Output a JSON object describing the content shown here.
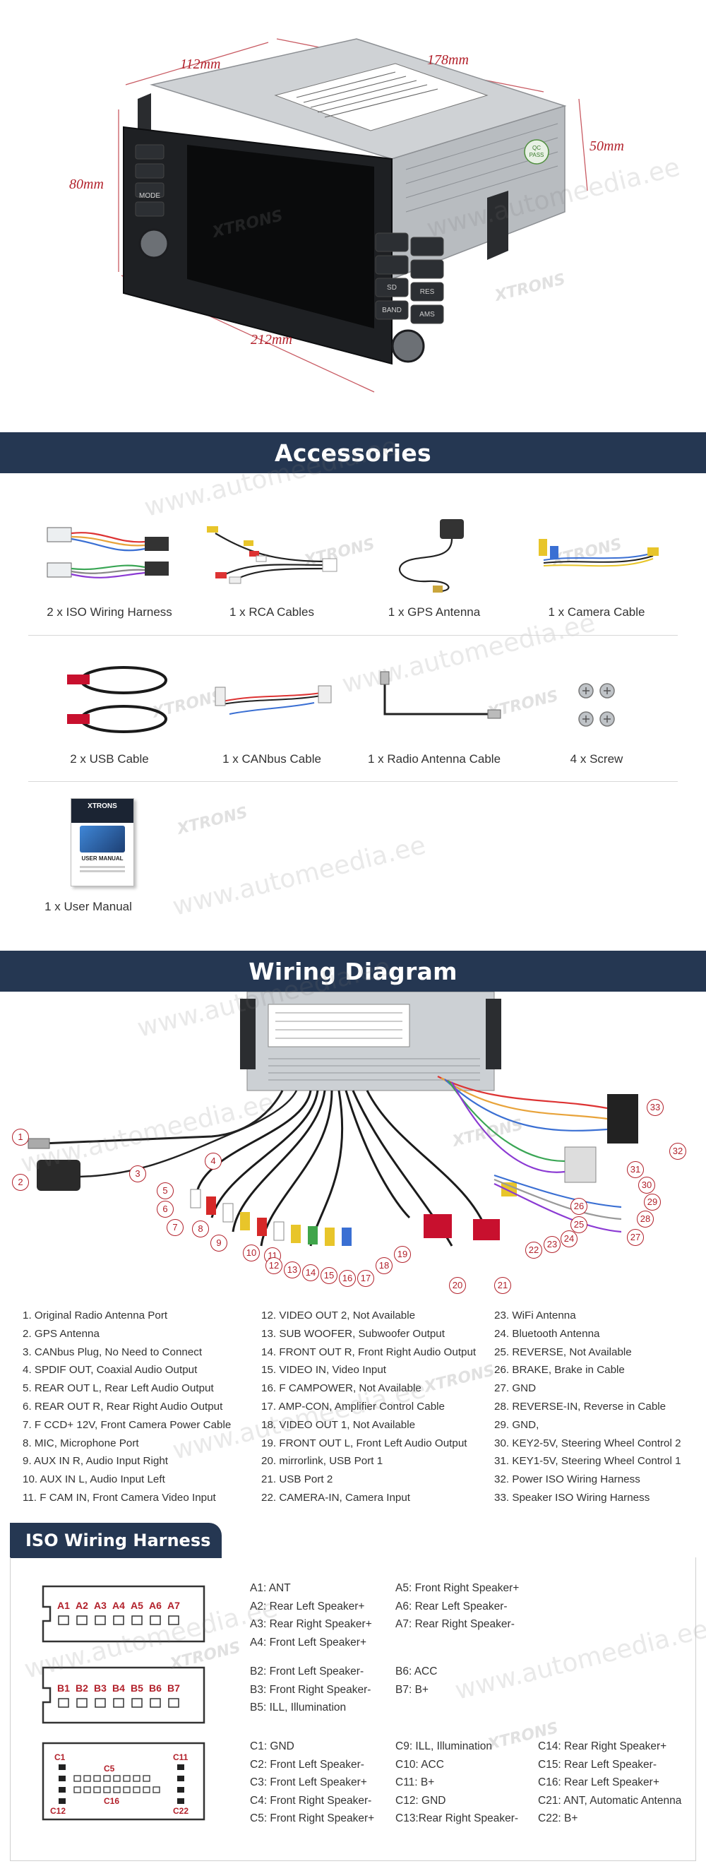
{
  "product": {
    "dimensions": {
      "depth": "112mm",
      "width_top": "178mm",
      "height_right": "50mm",
      "height_left": "80mm",
      "width_bottom": "212mm"
    },
    "brand": "XTRONS",
    "buttons": [
      "MODE",
      "SD",
      "RES",
      "BAND",
      "AMS"
    ],
    "badge": "QC PASS"
  },
  "watermark": {
    "site": "www.automeedia.ee",
    "brand": "XTRONS"
  },
  "accessories": {
    "title": "Accessories",
    "items": [
      {
        "label": "2 x ISO Wiring Harness",
        "icon": "iso-harness-icon"
      },
      {
        "label": "1 x RCA Cables",
        "icon": "rca-cables-icon"
      },
      {
        "label": "1 x GPS Antenna",
        "icon": "gps-antenna-icon"
      },
      {
        "label": "1 x Camera Cable",
        "icon": "camera-cable-icon"
      },
      {
        "label": "2 x USB Cable",
        "icon": "usb-cable-icon"
      },
      {
        "label": "1 x CANbus Cable",
        "icon": "canbus-cable-icon"
      },
      {
        "label": "1 x Radio Antenna Cable",
        "icon": "radio-antenna-cable-icon"
      },
      {
        "label": "4 x Screw",
        "icon": "screw-icon"
      },
      {
        "label": "1 x User Manual",
        "icon": "user-manual-icon"
      }
    ],
    "manual_cover": {
      "brand": "XTRONS",
      "title": "USER MANUAL"
    }
  },
  "wiring": {
    "title": "Wiring Diagram",
    "legend": [
      "1. Original Radio Antenna Port",
      "2. GPS Antenna",
      "3. CANbus Plug, No Need to Connect",
      "4. SPDIF OUT, Coaxial Audio Output",
      "5. REAR OUT L, Rear Left Audio Output",
      "6. REAR OUT R, Rear Right Audio Output",
      "7. F CCD+ 12V, Front Camera Power Cable",
      "8. MIC, Microphone Port",
      "9. AUX IN R, Audio Input Right",
      "10. AUX IN L, Audio Input Left",
      "11. F CAM IN, Front Camera Video Input",
      "12. VIDEO OUT 2, Not Available",
      "13. SUB WOOFER, Subwoofer Output",
      "14. FRONT OUT R, Front Right Audio Output",
      "15. VIDEO IN, Video Input",
      "16. F CAMPOWER, Not Available",
      "17. AMP-CON, Amplifier Control Cable",
      "18. VIDEO OUT 1, Not Available",
      "19. FRONT OUT L, Front Left Audio Output",
      "20. mirrorlink, USB Port 1",
      "21. USB Port 2",
      "22. CAMERA-IN, Camera Input",
      "23. WiFi Antenna",
      "24. Bluetooth Antenna",
      "25. REVERSE, Not Available",
      "26. BRAKE, Brake in Cable",
      "27. GND",
      "28. REVERSE-IN, Reverse in Cable",
      "29. GND,",
      "30. KEY2-5V, Steering Wheel Control 2",
      "31. KEY1-5V, Steering Wheel Control 1",
      "32. Power ISO Wiring Harness",
      "33. Speaker ISO Wiring Harness"
    ]
  },
  "iso": {
    "title": "ISO Wiring Harness",
    "connector_a": [
      "A1",
      "A2",
      "A3",
      "A4",
      "A5",
      "A6",
      "A7"
    ],
    "connector_b": [
      "B1",
      "B2",
      "B3",
      "B4",
      "B5",
      "B6",
      "B7"
    ],
    "connector_c": [
      "C1",
      "C5",
      "C11",
      "C12",
      "C16",
      "C22"
    ],
    "a_left": [
      "A1: ANT",
      "A2: Rear Left Speaker+",
      "A3: Rear Right Speaker+",
      "A4: Front Left Speaker+"
    ],
    "a_right": [
      "A5: Front Right Speaker+",
      "A6: Rear Left Speaker-",
      "A7: Rear Right Speaker-"
    ],
    "b_left": [
      "B2: Front Left Speaker-",
      "B3: Front Right Speaker-",
      "B5: ILL, Illumination"
    ],
    "b_right": [
      "B6: ACC",
      "B7: B+"
    ],
    "c_col1": [
      "C1: GND",
      "C2: Front Left Speaker-",
      "C3: Front Left Speaker+",
      "C4: Front Right Speaker-",
      "C5: Front Right Speaker+"
    ],
    "c_col2": [
      "C9: ILL, Illumination",
      "C10: ACC",
      "C11: B+",
      "C12: GND",
      "C13:Rear Right Speaker-"
    ],
    "c_col3": [
      "C14: Rear Right Speaker+",
      "C15: Rear Left Speaker-",
      "C16: Rear Left Speaker+",
      "C21: ANT, Automatic Antenna",
      "C22: B+"
    ]
  }
}
